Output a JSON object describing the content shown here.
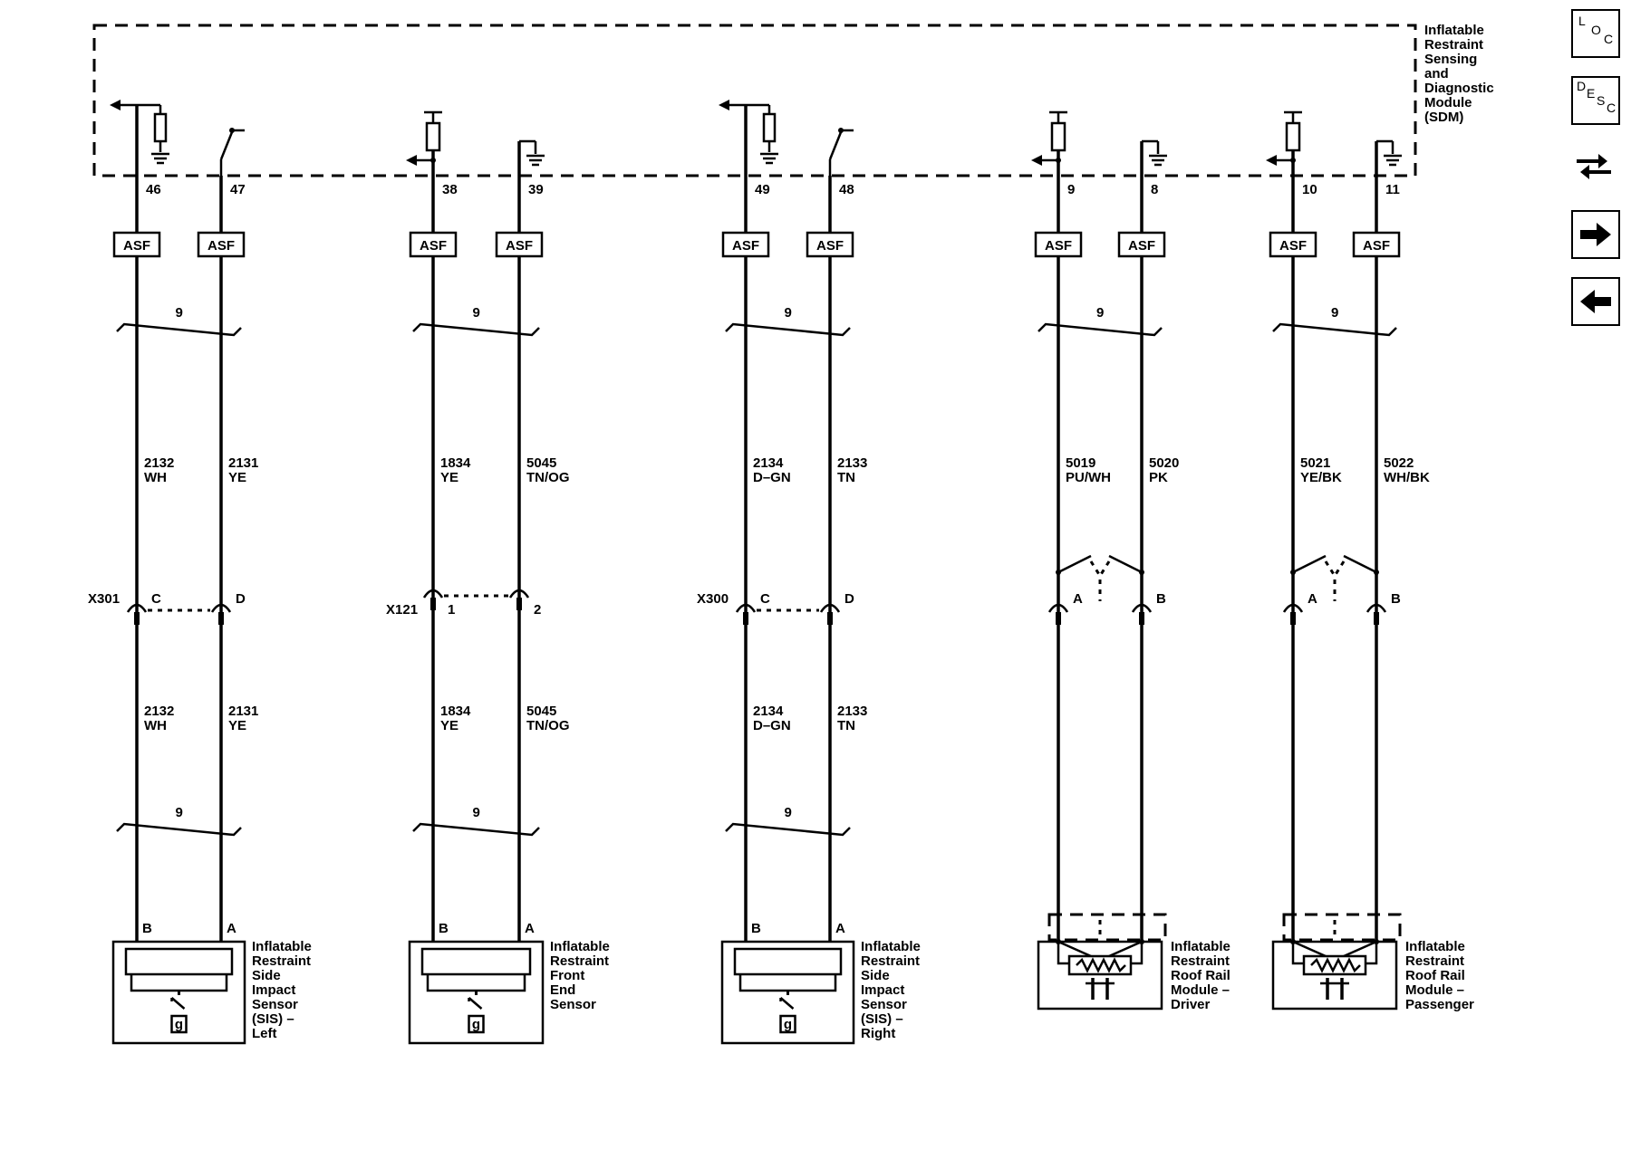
{
  "sdm": {
    "label_lines": [
      "Inflatable",
      "Restraint",
      "Sensing",
      "and",
      "Diagnostic",
      "Module",
      "(SDM)"
    ]
  },
  "fuse_label": "ASF",
  "twist_label": "9",
  "circuits": [
    {
      "id": "side-left",
      "pins_top": [
        "46",
        "47"
      ],
      "wires_upper": [
        [
          "2132",
          "WH"
        ],
        [
          "2131",
          "YE"
        ]
      ],
      "connector": {
        "name": "X301",
        "pins": [
          "C",
          "D"
        ],
        "style": "cup"
      },
      "wires_lower": [
        [
          "2132",
          "WH"
        ],
        [
          "2131",
          "YE"
        ]
      ],
      "device_pins": [
        "B",
        "A"
      ],
      "device_label": [
        "Inflatable",
        "Restraint",
        "Side",
        "Impact",
        "Sensor",
        "(SIS) –",
        "Left"
      ],
      "device_kind": "sensor",
      "sensor_glyph": "g",
      "left_top": "arrow-resistor",
      "right_top": "switch"
    },
    {
      "id": "front-end",
      "pins_top": [
        "38",
        "39"
      ],
      "wires_upper": [
        [
          "1834",
          "YE"
        ],
        [
          "5045",
          "TN/OG"
        ]
      ],
      "connector": {
        "name": "X121",
        "pins": [
          "1",
          "2"
        ],
        "style": "bell"
      },
      "wires_lower": [
        [
          "1834",
          "YE"
        ],
        [
          "5045",
          "TN/OG"
        ]
      ],
      "device_pins": [
        "B",
        "A"
      ],
      "device_label": [
        "Inflatable",
        "Restraint",
        "Front",
        "End",
        "Sensor"
      ],
      "device_kind": "sensor",
      "sensor_glyph": "g",
      "left_top": "resistor-arrow",
      "right_top": "ground"
    },
    {
      "id": "side-right",
      "pins_top": [
        "49",
        "48"
      ],
      "wires_upper": [
        [
          "2134",
          "D–GN"
        ],
        [
          "2133",
          "TN"
        ]
      ],
      "connector": {
        "name": "X300",
        "pins": [
          "C",
          "D"
        ],
        "style": "cup"
      },
      "wires_lower": [
        [
          "2134",
          "D–GN"
        ],
        [
          "2133",
          "TN"
        ]
      ],
      "device_pins": [
        "B",
        "A"
      ],
      "device_label": [
        "Inflatable",
        "Restraint",
        "Side",
        "Impact",
        "Sensor",
        "(SIS) –",
        "Right"
      ],
      "device_kind": "sensor",
      "sensor_glyph": "g",
      "left_top": "arrow-resistor",
      "right_top": "switch"
    },
    {
      "id": "roof-driver",
      "pins_top": [
        "9",
        "8"
      ],
      "wires_upper": [
        [
          "5019",
          "PU/WH"
        ],
        [
          "5020",
          "PK"
        ]
      ],
      "connector": {
        "name": "",
        "pins": [
          "A",
          "B"
        ],
        "style": "shunt"
      },
      "device_label": [
        "Inflatable",
        "Restraint",
        "Roof Rail",
        "Module –",
        "Driver"
      ],
      "device_kind": "module",
      "left_top": "resistor-arrow",
      "right_top": "ground"
    },
    {
      "id": "roof-passenger",
      "pins_top": [
        "10",
        "11"
      ],
      "wires_upper": [
        [
          "5021",
          "YE/BK"
        ],
        [
          "5022",
          "WH/BK"
        ]
      ],
      "connector": {
        "name": "",
        "pins": [
          "A",
          "B"
        ],
        "style": "shunt"
      },
      "device_label": [
        "Inflatable",
        "Restraint",
        "Roof Rail",
        "Module –",
        "Passenger"
      ],
      "device_kind": "module",
      "left_top": "resistor-arrow",
      "right_top": "ground"
    }
  ],
  "nav": [
    {
      "name": "loc-button",
      "icon": "loc-icon",
      "letters": [
        "L",
        "O",
        "C"
      ]
    },
    {
      "name": "desc-button",
      "icon": "desc-icon",
      "letters": [
        "D",
        "E",
        "S",
        "C"
      ]
    },
    {
      "name": "connector-info-button",
      "icon": "connector-wrench-icon"
    },
    {
      "name": "next-button",
      "icon": "arrow-right-icon"
    },
    {
      "name": "previous-button",
      "icon": "arrow-left-icon"
    }
  ]
}
